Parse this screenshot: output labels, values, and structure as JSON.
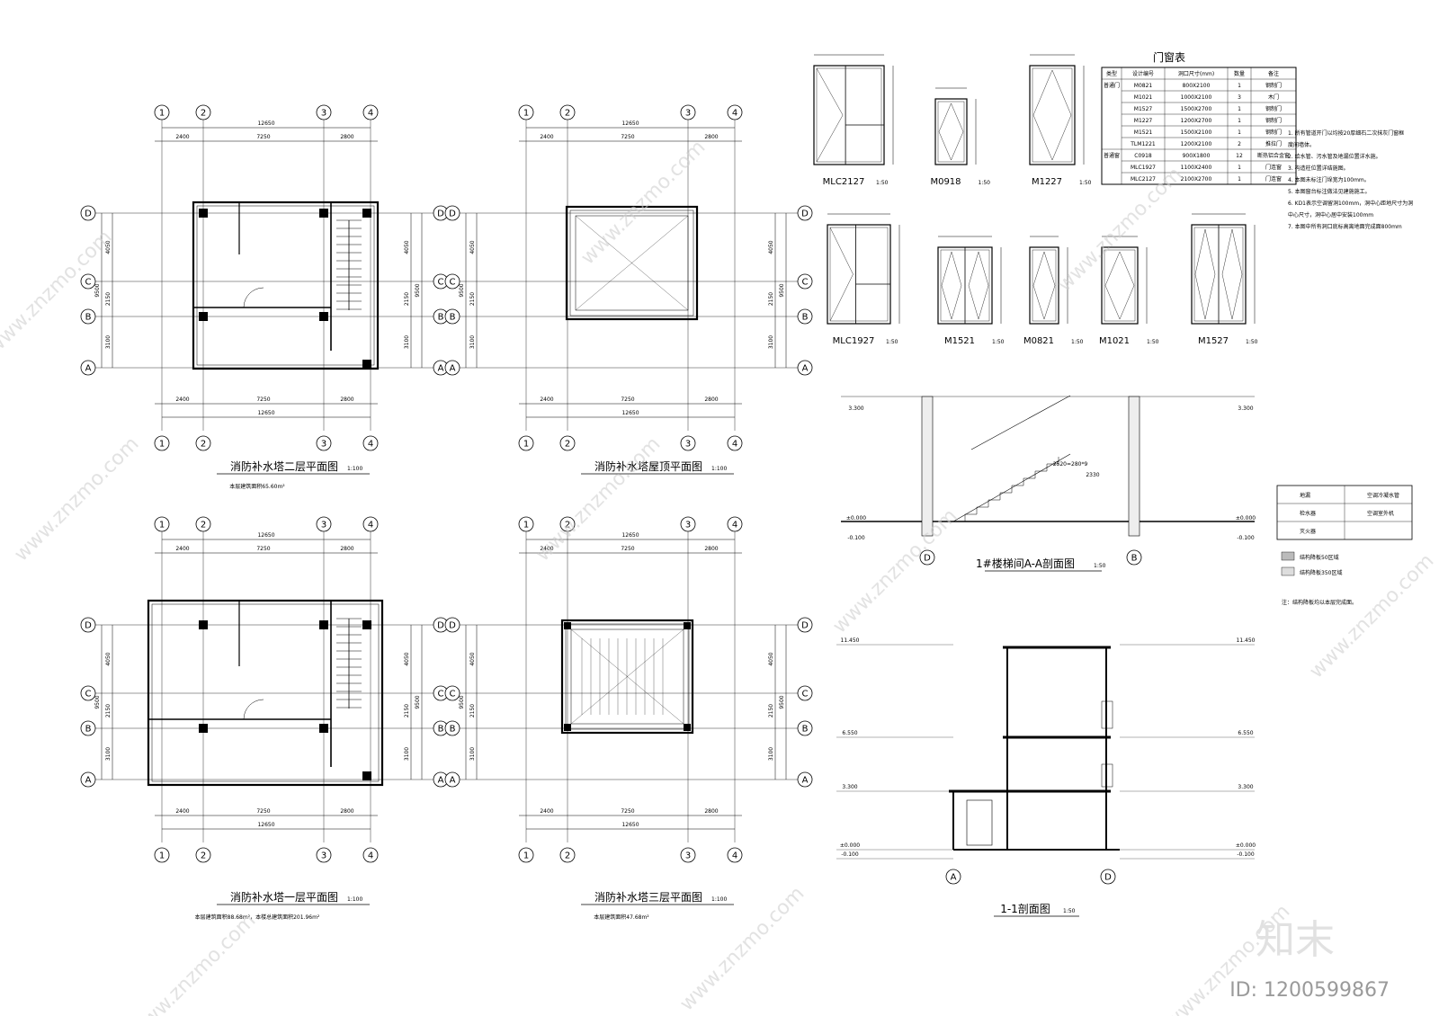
{
  "plans": {
    "second_floor": {
      "title": "消防补水塔二层平面图",
      "scale": "1:100",
      "area_note": "本层建筑面积65.60m²"
    },
    "roof": {
      "title": "消防补水塔屋顶平面图",
      "scale": "1:100"
    },
    "first_floor": {
      "title": "消防补水塔一层平面图",
      "scale": "1:100",
      "area_note": "本层建筑面积88.68m²，本楼总建筑面积201.96m²"
    },
    "third_floor": {
      "title": "消防补水塔三层平面图",
      "scale": "1:100",
      "area_note": "本层建筑面积47.68m²"
    }
  },
  "grid": {
    "columns": [
      "1",
      "2",
      "3",
      "4"
    ],
    "rows": [
      "D",
      "C",
      "B",
      "A"
    ],
    "col_dims": [
      "2400",
      "7250",
      "2800"
    ],
    "row_dims": [
      "4050",
      "2150",
      "3100"
    ],
    "total_width": "12650",
    "total_depth": "9500"
  },
  "windows": {
    "items": [
      {
        "code": "MLC2127",
        "scale": "1:50"
      },
      {
        "code": "M0918",
        "scale": "1:50"
      },
      {
        "code": "M1227",
        "scale": "1:50"
      },
      {
        "code": "MLC1927",
        "scale": "1:50"
      },
      {
        "code": "M1521",
        "scale": "1:50"
      },
      {
        "code": "M0821",
        "scale": "1:50"
      },
      {
        "code": "M1021",
        "scale": "1:50"
      },
      {
        "code": "M1527",
        "scale": "1:50"
      }
    ]
  },
  "door_table": {
    "title": "门窗表",
    "headers": [
      "类型",
      "设计编号",
      "洞口尺寸(mm)",
      "数量",
      "备注"
    ],
    "rows": [
      [
        "普通门",
        "M0821",
        "800X2100",
        "1",
        "钢制门"
      ],
      [
        "",
        "M1021",
        "1000X2100",
        "3",
        "木门"
      ],
      [
        "",
        "M1527",
        "1500X2700",
        "1",
        "钢制门"
      ],
      [
        "",
        "M1227",
        "1200X2700",
        "1",
        "钢制门"
      ],
      [
        "",
        "M1521",
        "1500X2100",
        "1",
        "钢制门"
      ],
      [
        "",
        "TLM1221",
        "1200X2100",
        "2",
        "推拉门"
      ],
      [
        "普通窗",
        "C0918",
        "900X1800",
        "12",
        "断热铝合金窗"
      ],
      [
        "",
        "MLC1927",
        "1100X2400",
        "1",
        "门连窗"
      ],
      [
        "",
        "MLC2127",
        "2100X2700",
        "1",
        "门连窗"
      ]
    ]
  },
  "notes": [
    "1. 所有管道开门以均按20厚细石二次抹灰门窗框",
    "度间墙体。",
    "2. 给水管、污水管及地漏位置详水施。",
    "3. 构造柱位置详结施图。",
    "4. 本图未标注门垛宽为100mm。",
    "5. 本图窗台标注做法见建施施工。",
    "6. KD1表示空调留洞100mm，洞中心距地尺寸为洞",
    "中心尺寸，洞中心居中安装100mm",
    "7. 本图中所有洞口底标高离地面完成面800mm"
  ],
  "legend": {
    "items": [
      "地漏",
      "空调冷凝水管",
      "检水器",
      "空调室外机",
      "灭火器"
    ],
    "hatch_items": [
      "结构降板50区域",
      "结构降板350区域"
    ],
    "note": "注：结构降板均以本层完成面。"
  },
  "sections": {
    "stair": {
      "title": "1#楼梯间A-A剖面图",
      "scale": "1:50"
    },
    "section_1": {
      "title": "1-1剖面图",
      "scale": "1:50"
    },
    "elevations_left": [
      "11.450",
      "6.550",
      "3.300",
      "±0.000",
      "-0.100"
    ],
    "elevations_right": [
      "11.450",
      "6.550",
      "3.300",
      "±0.000",
      "-0.100"
    ],
    "stair_elevations": [
      "3.300",
      "±0.000",
      "-0.100"
    ],
    "stair_labels": [
      "2520=280*9",
      "2330"
    ]
  },
  "watermark": {
    "logo": "知末",
    "id": "ID: 1200599867",
    "site": "www.znzmo.com"
  }
}
